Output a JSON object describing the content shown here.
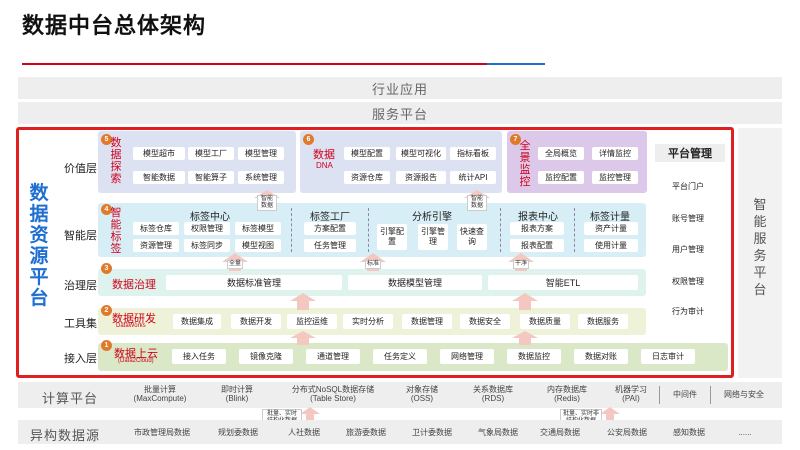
{
  "title": "数据中台总体架构",
  "top_bands": {
    "industry": "行业应用",
    "service": "服务平台"
  },
  "side_title": "数据资源平台",
  "layers": {
    "value": "价值层",
    "intel": "智能层",
    "gov": "治理层",
    "tools": "工具集",
    "access": "接入层"
  },
  "value_layer": {
    "num1": "5",
    "num2": "6",
    "num3": "7",
    "group1_title": "数据探索",
    "group1_items": [
      "模型超市",
      "模型工厂",
      "模型管理",
      "智能数据",
      "智能算子",
      "系统管理"
    ],
    "group2_title": "数据",
    "group2_sub": "DNA",
    "group2_items": [
      "模型配置",
      "模型可视化",
      "指标看板",
      "资源仓库",
      "资源报告",
      "统计API"
    ],
    "group3_title": "全景监控",
    "group3_items": [
      "全局概览",
      "详情监控",
      "监控配置",
      "监控管理"
    ],
    "platform_mgmt": "平台管理",
    "mgmt_items": [
      "平台门户",
      "账号管理",
      "用户管理",
      "权限管理",
      "行为审计"
    ]
  },
  "intel_layer": {
    "num": "4",
    "vtitle": "智能标签",
    "groups": [
      {
        "title": "标签中心",
        "items": [
          "标签仓库",
          "权限管理",
          "标签模型",
          "资源管理",
          "标签同步",
          "模型视图"
        ]
      },
      {
        "title": "标签工厂",
        "items": [
          "方案配置",
          "任务管理"
        ]
      },
      {
        "title": "分析引擎",
        "items": [
          "引擎配置",
          "引擎管理",
          "快速查询"
        ]
      },
      {
        "title": "报表中心",
        "items": [
          "报表方案",
          "报表配置"
        ]
      },
      {
        "title": "标签计量",
        "items": [
          "资产计量",
          "使用计量"
        ]
      }
    ]
  },
  "gov_layer": {
    "num": "3",
    "label": "数据治理",
    "items": [
      "数据标准管理",
      "数据模型管理",
      "智能ETL"
    ]
  },
  "tools_layer": {
    "num": "2",
    "label": "数据研发",
    "sub": "DataWorks",
    "items": [
      "数据集成",
      "数据开发",
      "监控运维",
      "实时分析",
      "数据管理",
      "数据安全",
      "数据质量",
      "数据服务"
    ]
  },
  "access_layer": {
    "num": "1",
    "label": "数据上云",
    "sub": "(Data2Cloud)",
    "items": [
      "接入任务",
      "镜像克隆",
      "通道管理",
      "任务定义",
      "网络管理",
      "数据监控",
      "数据对账",
      "日志审计"
    ]
  },
  "arrow_labels": {
    "a1": "智能数据",
    "a2": "智能数据",
    "a3": "全量",
    "a4": "标准",
    "a5": "干净"
  },
  "right_panel": "智能服务平台",
  "compute": {
    "label": "计算平台",
    "items": [
      {
        "t": "批量计算",
        "s": "(MaxCompute)"
      },
      {
        "t": "即时计算",
        "s": "(Blink)"
      },
      {
        "t": "分布式NoSQL数据存储",
        "s": "(Table Store)"
      },
      {
        "t": "对象存储",
        "s": "(OSS)"
      },
      {
        "t": "关系数据库",
        "s": "(RDS)"
      },
      {
        "t": "内存数据库",
        "s": "(Redis)"
      },
      {
        "t": "机器学习",
        "s": "(PAI)"
      },
      {
        "t": "中间件",
        "s": ""
      },
      {
        "t": "网络与安全",
        "s": ""
      }
    ]
  },
  "notes": {
    "n1": "批量、实时结构化数据",
    "n2": "批量、实时非结构化数据"
  },
  "hetero": {
    "label": "异构数据源",
    "items": [
      "市政管理局数据",
      "规划委数据",
      "人社数据",
      "旅游委数据",
      "卫计委数据",
      "气象局数据",
      "交通局数据",
      "公安局数据",
      "感知数据",
      "......"
    ]
  },
  "colors": {
    "red": "#e02020",
    "blue": "#1f6fd1",
    "value_blue": "#dde2f3",
    "value_purple": "#dcc9ea",
    "intel": "#d8eef6",
    "gov": "#dff3ee",
    "tools": "#eef2d9",
    "access": "#dbe8c8",
    "arrow": "#f4c8c0"
  }
}
